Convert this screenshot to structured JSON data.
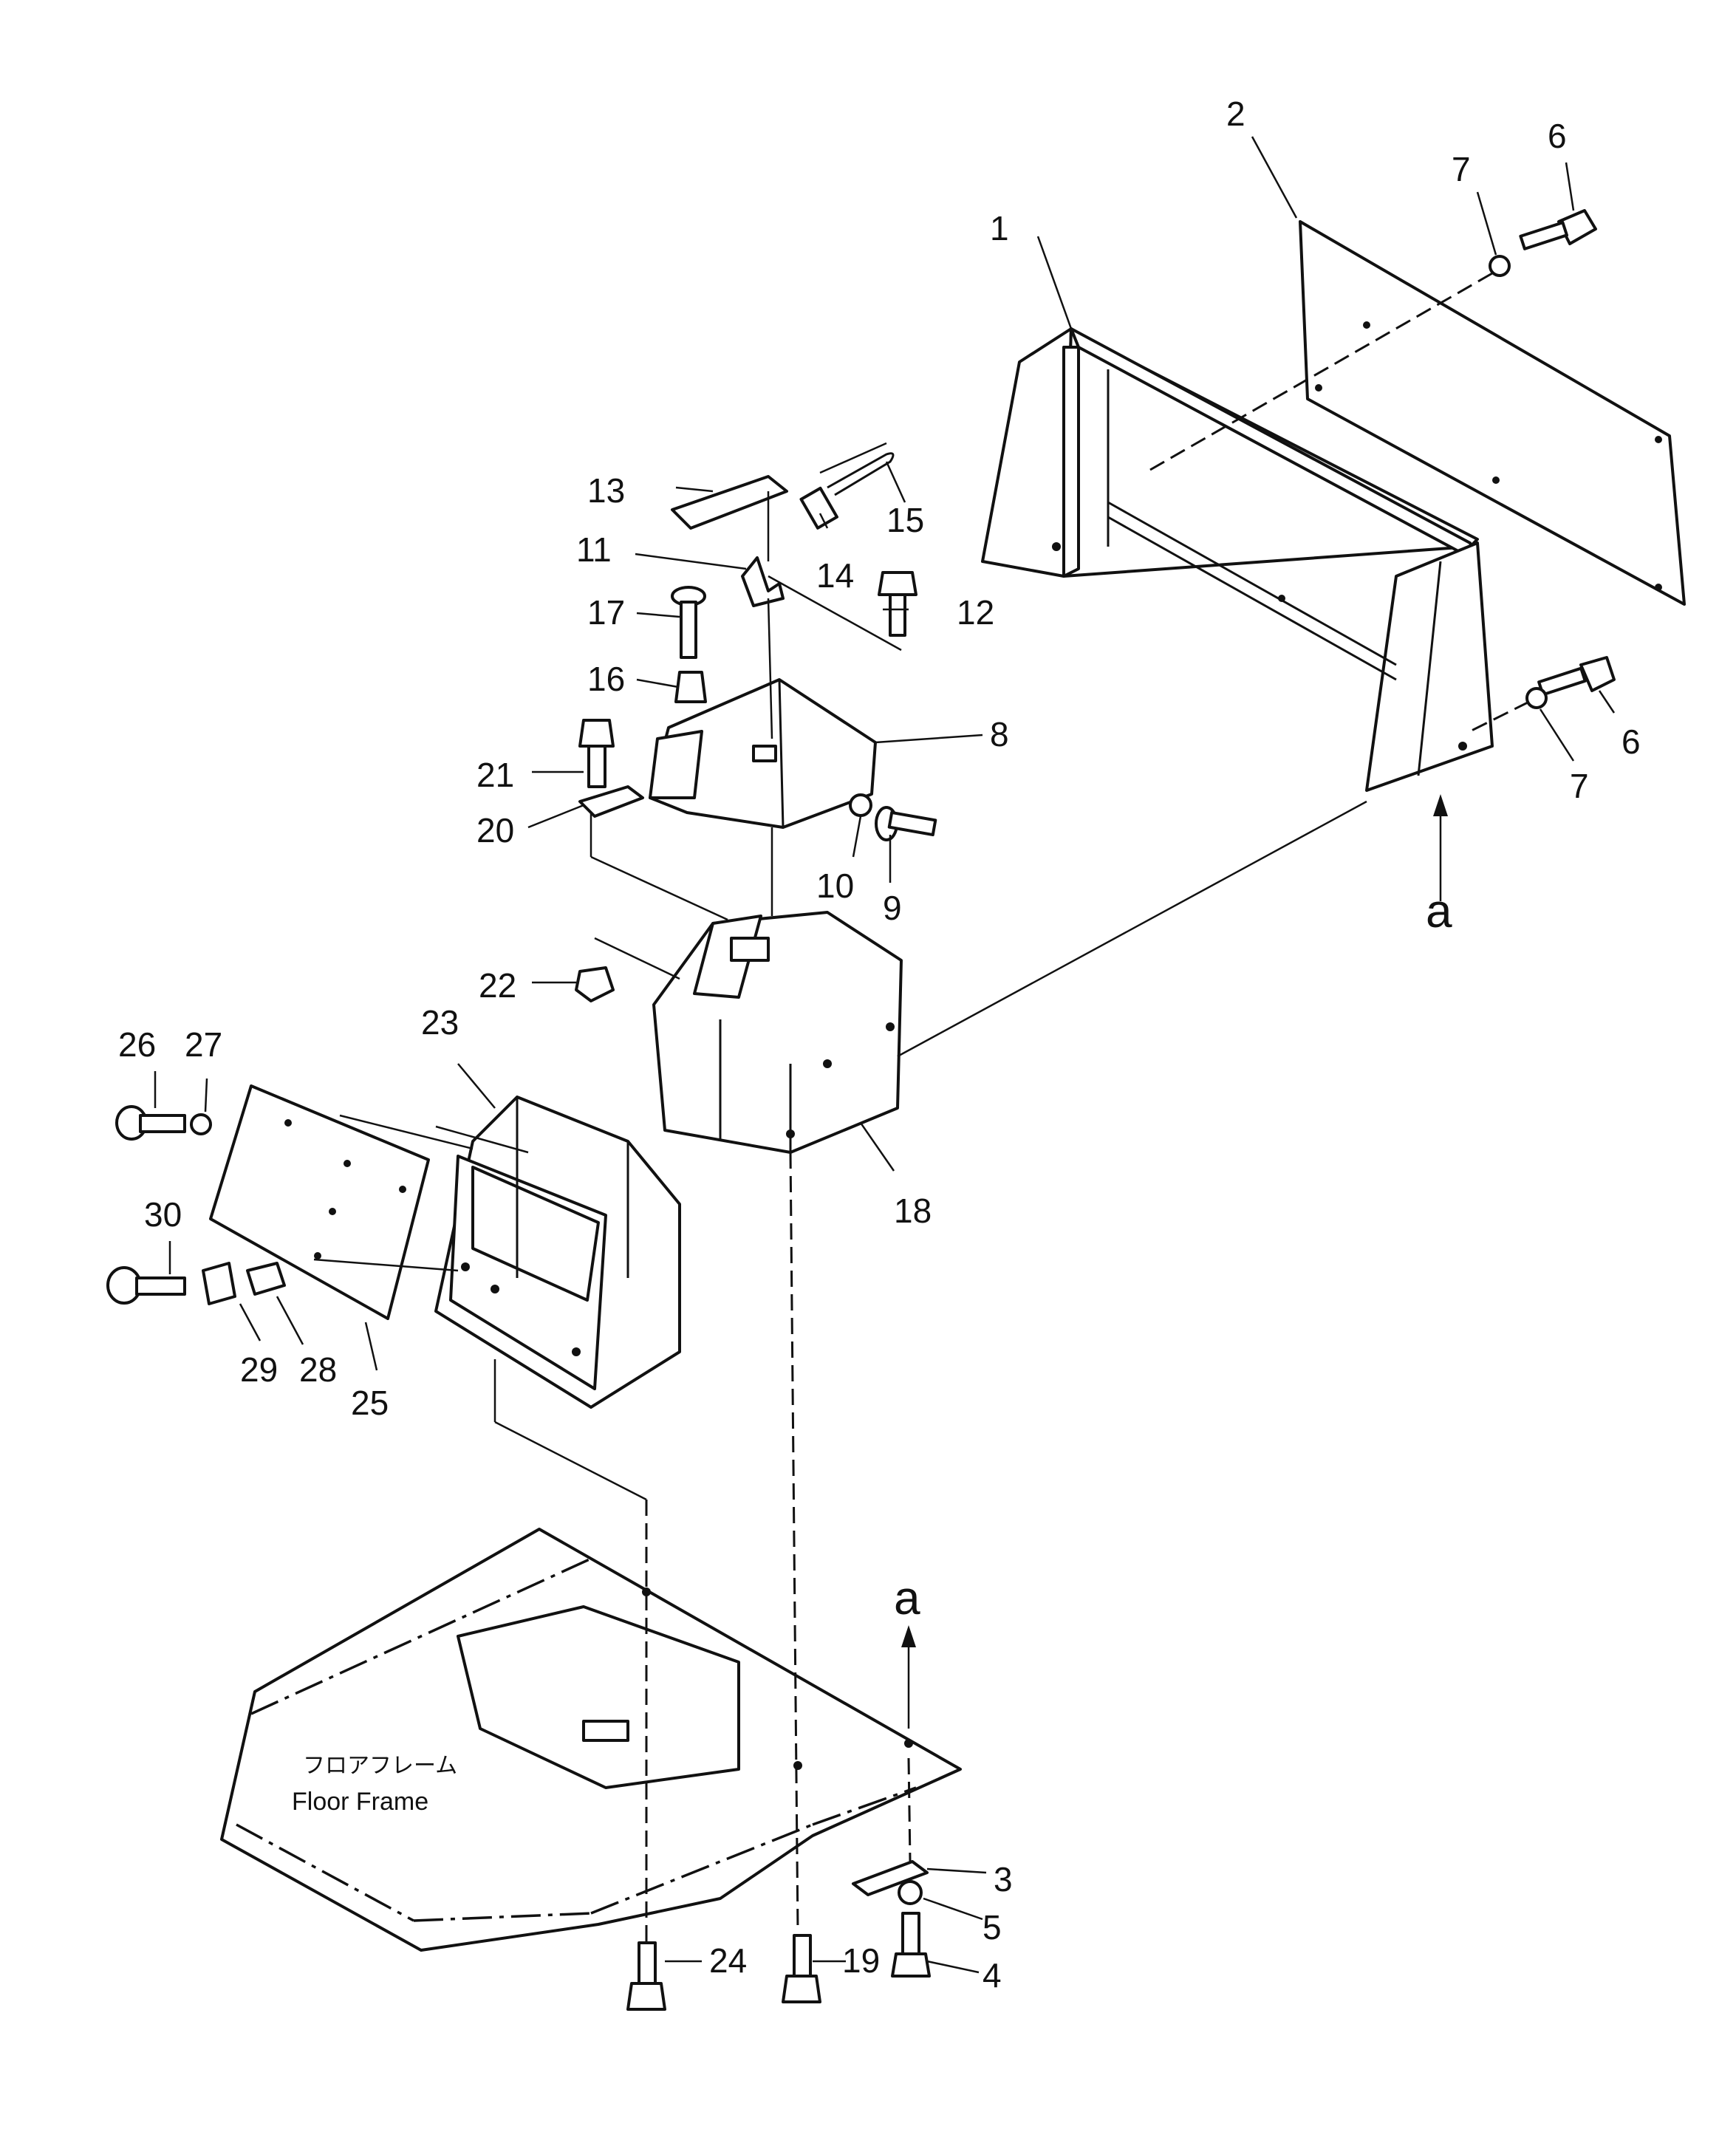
{
  "callouts": [
    "1",
    "2",
    "3",
    "4",
    "5",
    "6",
    "6",
    "7",
    "7",
    "8",
    "9",
    "10",
    "11",
    "12",
    "13",
    "14",
    "15",
    "16",
    "17",
    "18",
    "19",
    "20",
    "21",
    "22",
    "23",
    "24",
    "25",
    "26",
    "27",
    "28",
    "29",
    "30"
  ],
  "view_marker": "a",
  "floor_frame": {
    "label_jp": "フロアフレーム",
    "label_en": "Floor Frame"
  }
}
